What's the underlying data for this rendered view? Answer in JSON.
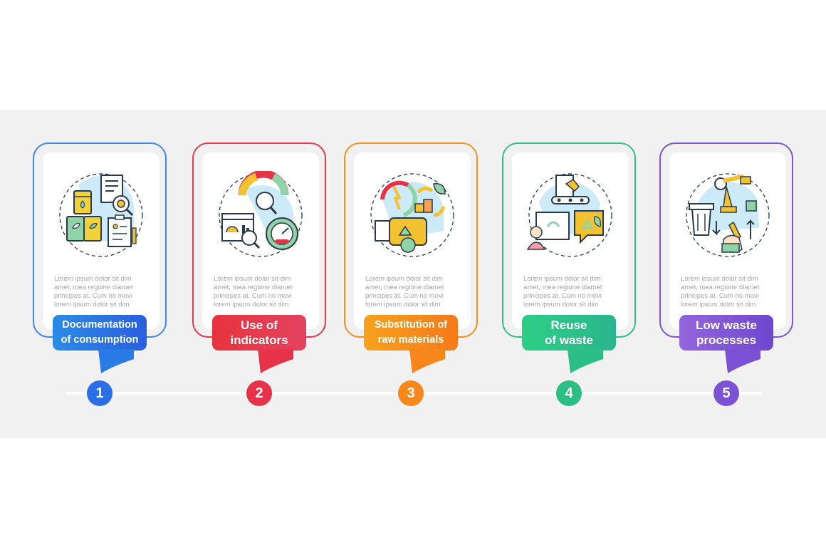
{
  "steps": [
    {
      "number": "1",
      "title_lines": [
        "Documentation",
        "of consumption"
      ],
      "description_lines": [
        "Lorem ipsum dolor sit dim",
        "amet, mea regione diamet",
        "principes at. Cum no movi",
        "lorem ipsum dolor sit dim"
      ],
      "color": "#2a74e6",
      "icon": "documentation-consumption-icon"
    },
    {
      "number": "2",
      "title_lines": [
        "Use of",
        "indicators"
      ],
      "description_lines": [
        "Lorem ipsum dolor sit dim",
        "amet, mea regione diamet",
        "principes at. Cum no movi",
        "lorem ipsum dolor sit dim"
      ],
      "color": "#e6334a",
      "icon": "indicators-gauge-icon"
    },
    {
      "number": "3",
      "title_lines": [
        "Substitution of",
        "raw materials"
      ],
      "description_lines": [
        "Lorem ipsum dolor sit dim",
        "amet, mea regione diamet",
        "principes at. Cum no movi",
        "lorem ipsum dolor sit dim"
      ],
      "color": "#f7861b",
      "icon": "raw-materials-recycle-icon"
    },
    {
      "number": "4",
      "title_lines": [
        "Reuse",
        "of waste"
      ],
      "description_lines": [
        "Lorem ipsum dolor sit dim",
        "amet, mea regione diamet",
        "principes at. Cum no movi",
        "lorem ipsum dolor sit dim"
      ],
      "color": "#2bbf86",
      "icon": "waste-reuse-icon"
    },
    {
      "number": "5",
      "title_lines": [
        "Low waste",
        "processes"
      ],
      "description_lines": [
        "Lorem ipsum dolor sit dim",
        "amet, mea regione diamet",
        "principes at. Cum no movi",
        "lorem ipsum dolor sit dim"
      ],
      "color": "#7b52d4",
      "icon": "low-waste-process-icon"
    }
  ]
}
